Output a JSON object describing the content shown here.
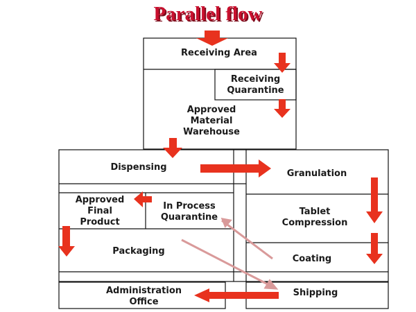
{
  "title": "Parallel flow",
  "colors": {
    "arrow": "#e8321e",
    "box": "#000000",
    "diagonal": "#d99a9a",
    "title": "#c8102e"
  },
  "areas": {
    "receiving_area": "Receiving Area",
    "receiving_quarantine": [
      "Receiving",
      "Quarantine"
    ],
    "approved_material_warehouse": [
      "Approved",
      "Material",
      "Warehouse"
    ],
    "dispensing": "Dispensing",
    "granulation": "Granulation",
    "approved_final_product": [
      "Approved",
      "Final",
      "Product"
    ],
    "in_process_quarantine": [
      "In Process",
      "Quarantine"
    ],
    "tablet_compression": [
      "Tablet",
      "Compression"
    ],
    "packaging": "Packaging",
    "coating": "Coating",
    "administration_office": [
      "Administration",
      "Office"
    ],
    "shipping": "Shipping"
  }
}
